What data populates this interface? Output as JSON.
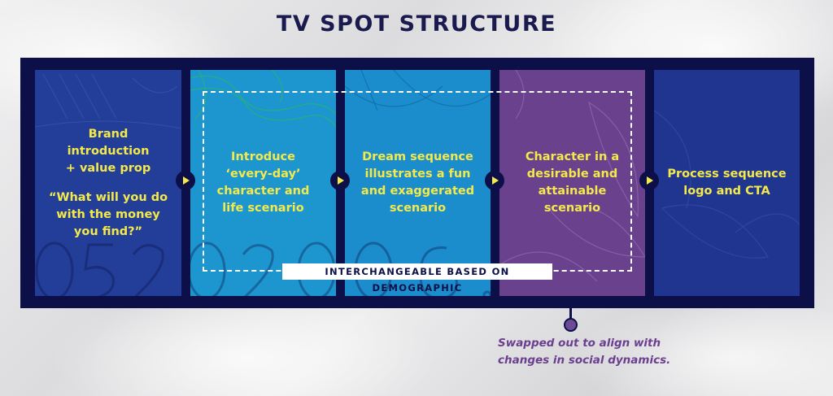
{
  "title": "TV SPOT STRUCTURE",
  "panels": [
    {
      "lines": [
        "Brand",
        "introduction",
        "+ value prop"
      ],
      "quote_lines": [
        "“What will you do",
        "with the money",
        "you find?”"
      ]
    },
    {
      "lines": [
        "Introduce",
        "‘every-day’",
        "character and",
        "life scenario"
      ]
    },
    {
      "lines": [
        "Dream sequence",
        "illustrates a fun",
        "and exaggerated",
        "scenario"
      ]
    },
    {
      "lines": [
        "Character in a",
        "desirable and",
        "attainable",
        "scenario"
      ]
    },
    {
      "lines": [
        "Process sequence",
        "logo and CTA"
      ]
    }
  ],
  "interchangeable_label": "INTERCHANGEABLE BASED ON DEMOGRAPHIC",
  "callout": {
    "lines": [
      "Swapped out to align with",
      "changes in social dynamics."
    ]
  },
  "colors": {
    "navy": "#0c0f48",
    "text_yellow": "#f4e94a",
    "panel_blue": "#233e98",
    "panel_cyan": "#1d96cf",
    "panel_purple": "#69418d",
    "callout_purple": "#6a3f8e"
  }
}
